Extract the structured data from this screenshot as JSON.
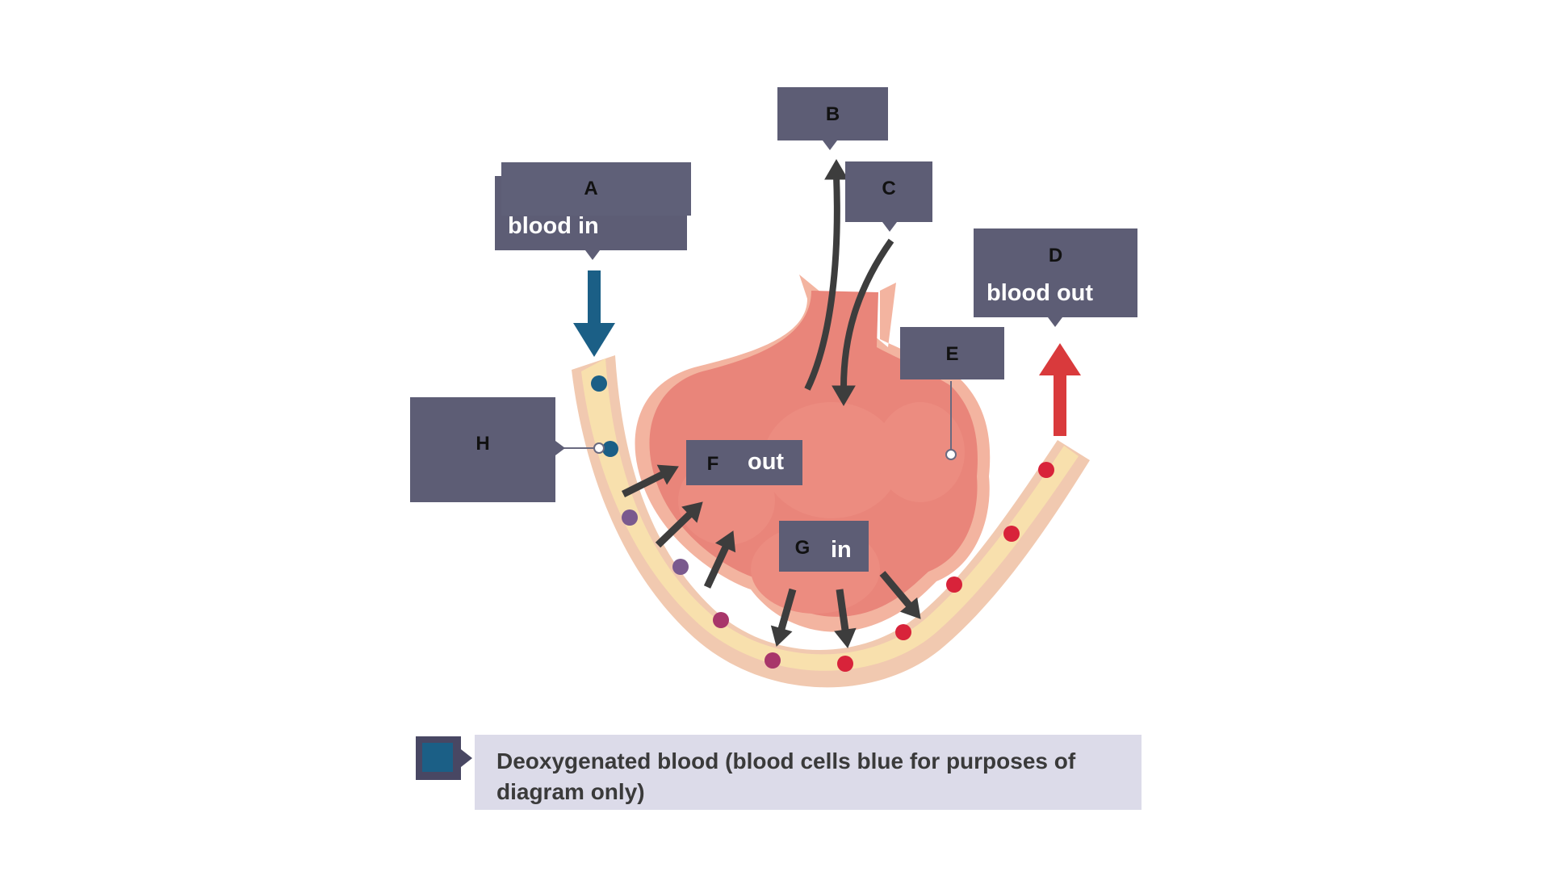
{
  "labels": {
    "A": {
      "letter": "A",
      "sub": "blood in"
    },
    "B": {
      "letter": "B"
    },
    "C": {
      "letter": "C"
    },
    "D": {
      "letter": "D",
      "sub": "blood out"
    },
    "E": {
      "letter": "E"
    },
    "F": {
      "letter": "F",
      "sub": "out"
    },
    "G": {
      "letter": "G",
      "sub": "in"
    },
    "H": {
      "letter": "H"
    }
  },
  "legend": {
    "text": "Deoxygenated blood (blood cells blue for purposes of diagram only)",
    "key_color": "#1b5f86"
  },
  "colors": {
    "label_bg": "#5d5d75",
    "capillary_wall": "#f1c9b0",
    "capillary_fill": "#f8e0ad",
    "alveolus_outer": "#f3b4a0",
    "alveolus_inner": "#e9857a",
    "deoxygenated_arrow": "#1b5f86",
    "oxygenated_arrow": "#d93a3c",
    "gas_arrow": "#3d3d3d",
    "cell_blue": "#1b5f86",
    "cell_purple": "#7a5a8e",
    "cell_magenta": "#a8366a",
    "cell_red": "#d8233a"
  }
}
